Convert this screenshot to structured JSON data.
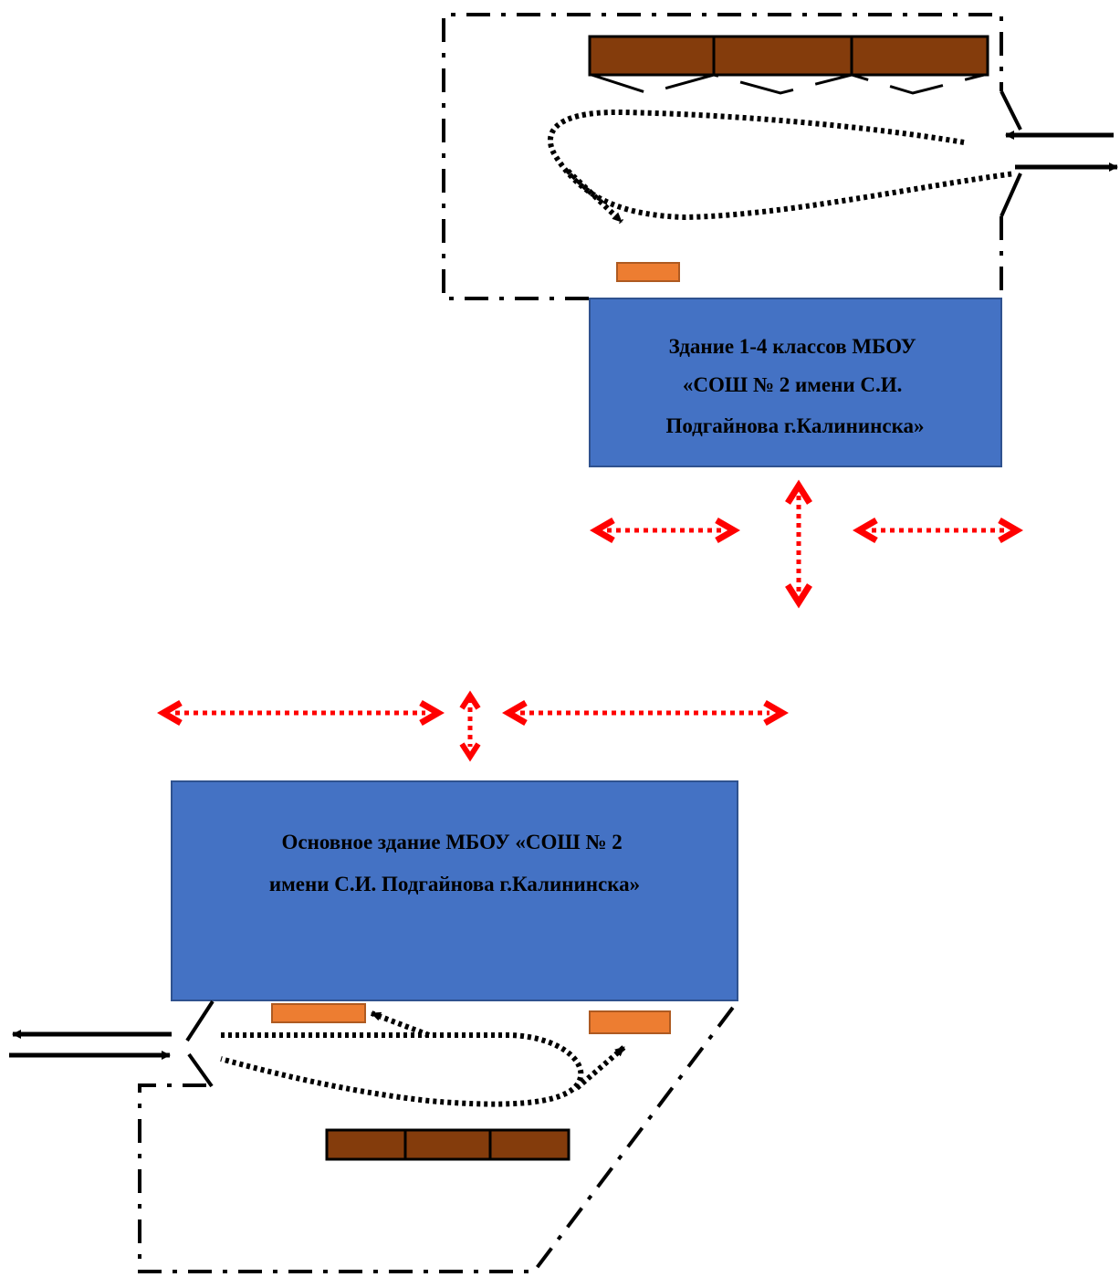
{
  "colors": {
    "building_fill": "#4472C4",
    "building_stroke": "#2F528F",
    "parking_fill": "#843C0C",
    "marker_fill": "#ED7D31",
    "marker_stroke": "#AE5A21",
    "pedestrian_arrows": "#FF0000",
    "vehicle_lines": "#000000"
  },
  "buildings": {
    "upper": {
      "lines": [
        "Здание 1-4 классов МБОУ",
        "«СОШ № 2 имени С.И.",
        "Подгайнова г.Калининска»"
      ]
    },
    "lower": {
      "lines": [
        "Основное здание МБОУ «СОШ № 2",
        "имени С.И. Подгайнова г.Калининска»"
      ]
    }
  },
  "parking": {
    "upper_spaces": 3,
    "lower_spaces": 3
  }
}
